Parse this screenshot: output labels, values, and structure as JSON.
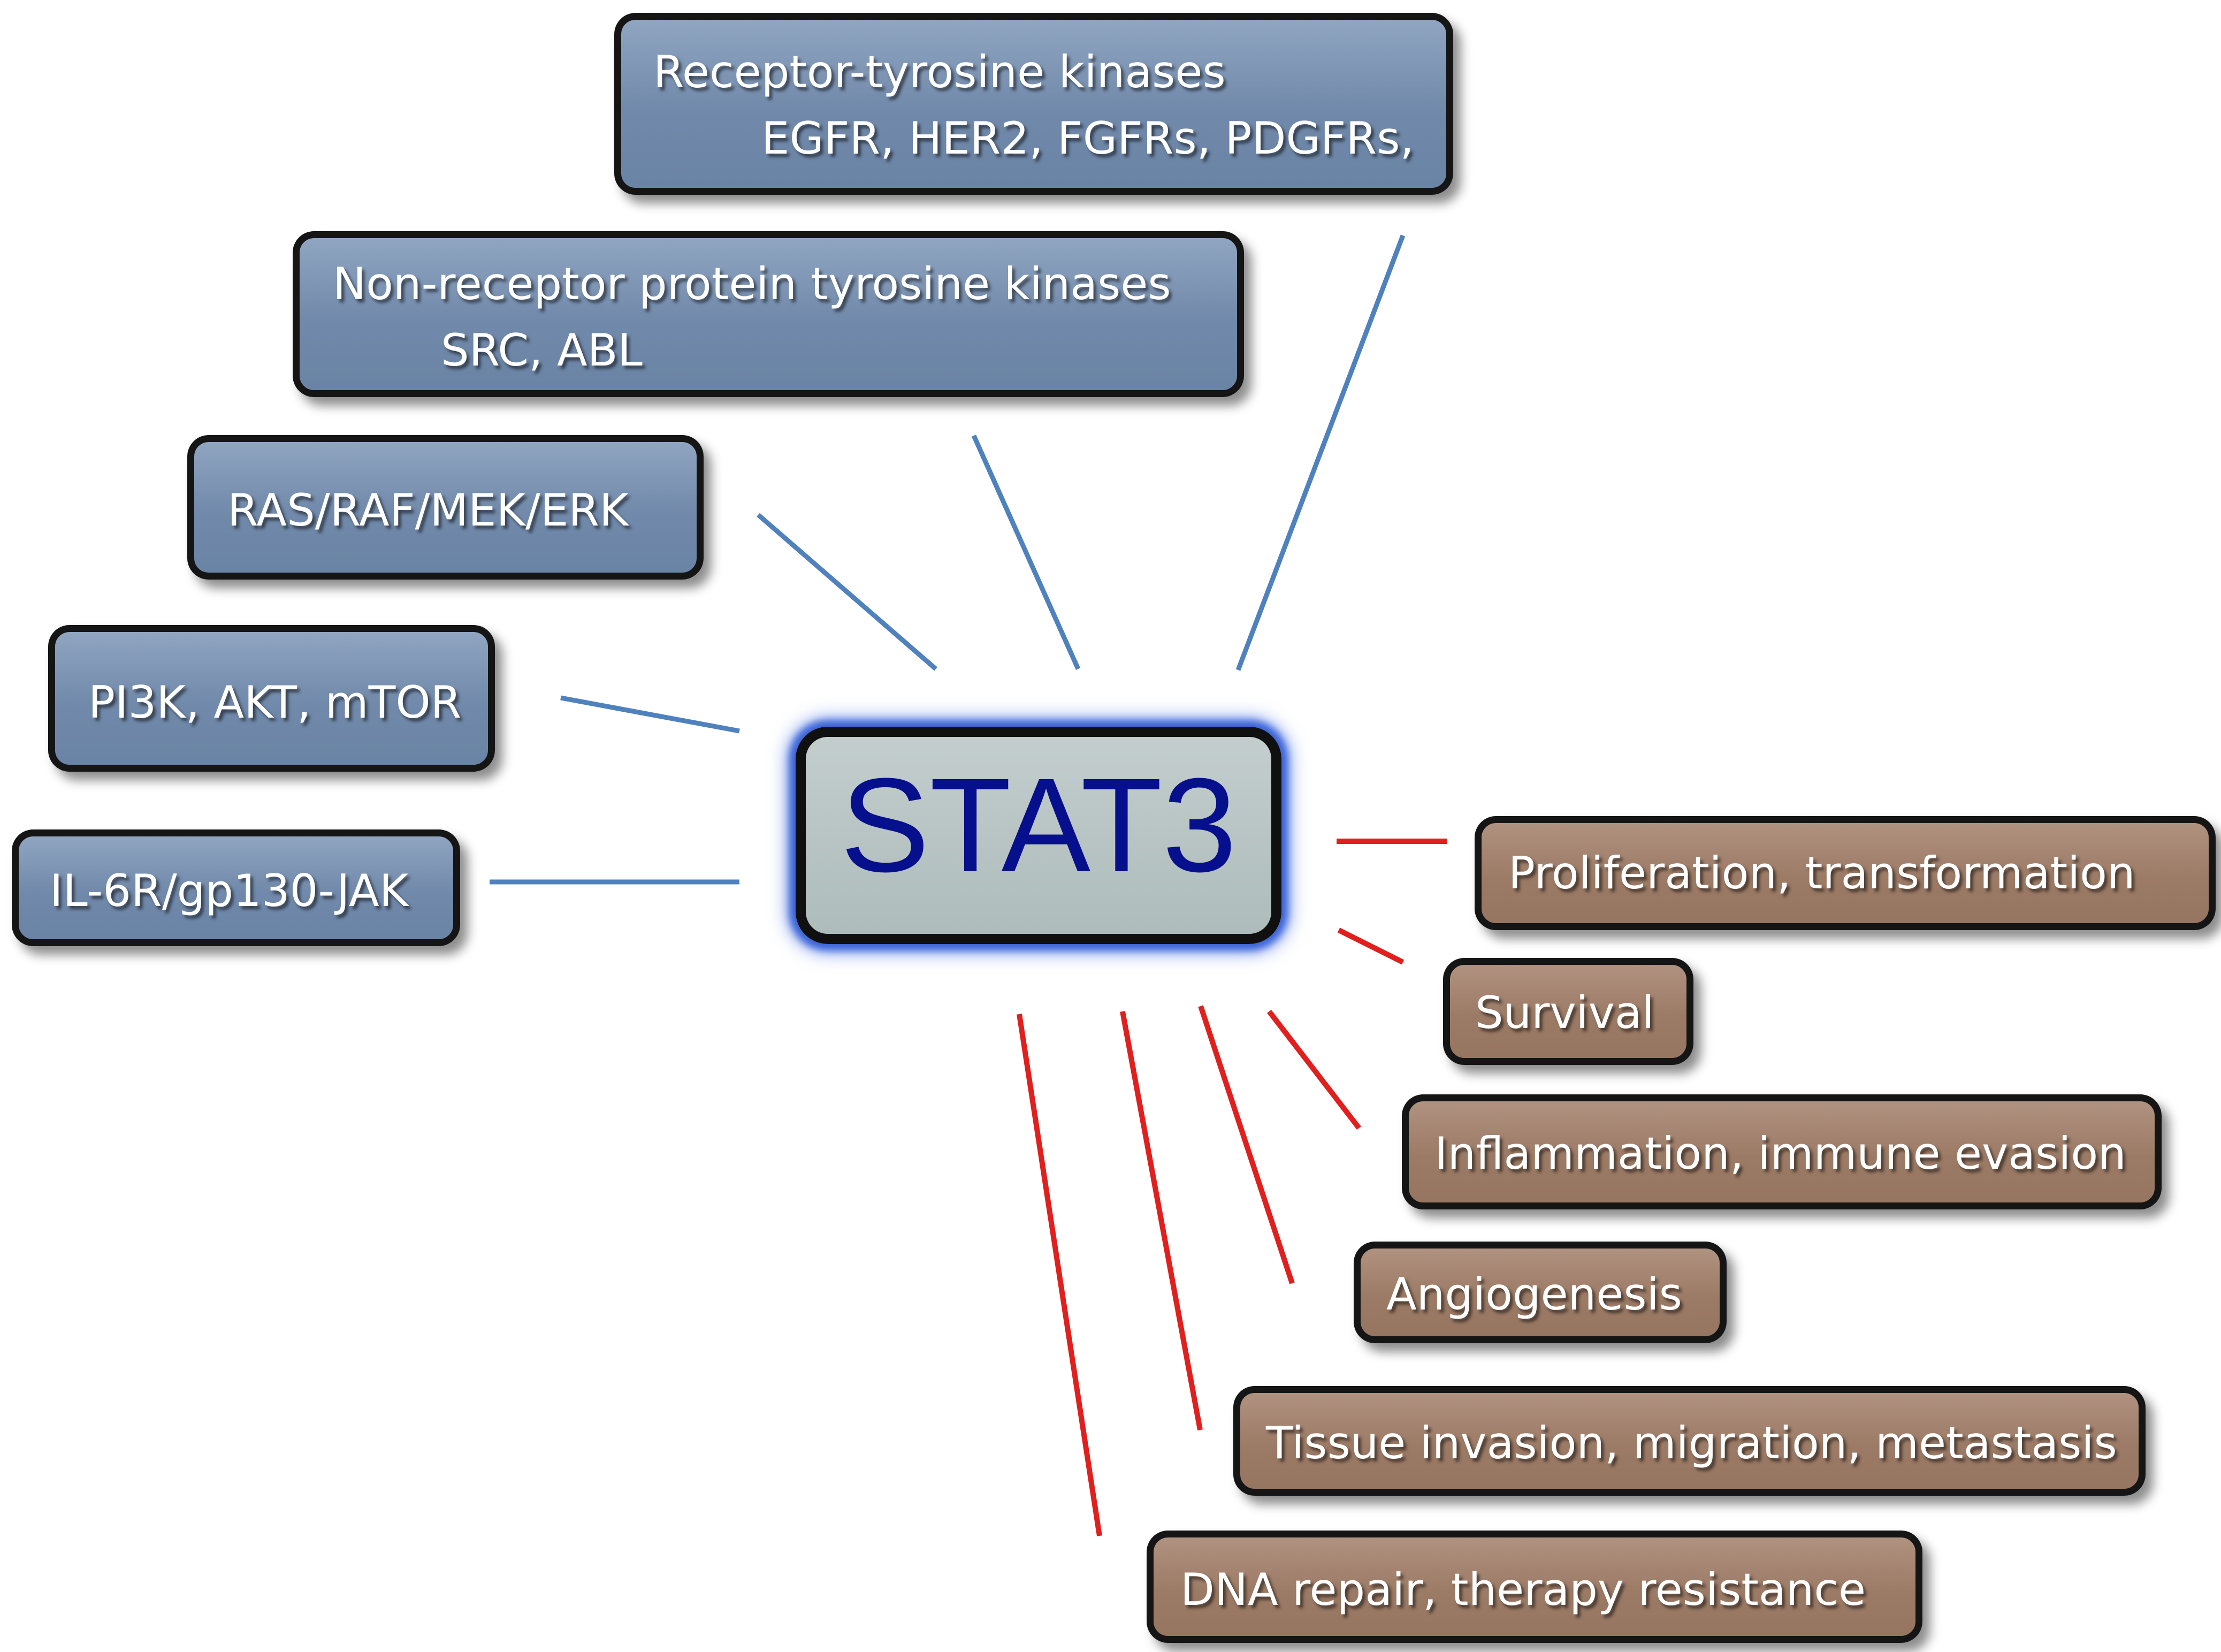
{
  "center": {
    "label": "STAT3"
  },
  "inputs": [
    {
      "line1": "Receptor-tyrosine kinases",
      "line2": "EGFR, HER2, FGFRs, PDGFRs,"
    },
    {
      "line1": "Non-receptor protein tyrosine kinases",
      "line2": "SRC, ABL"
    },
    {
      "line1": "RAS/RAF/MEK/ERK"
    },
    {
      "line1": "PI3K, AKT, mTOR"
    },
    {
      "line1": "IL-6R/gp130-JAK"
    }
  ],
  "outputs": [
    {
      "label": "Proliferation, transformation"
    },
    {
      "label": "Survival"
    },
    {
      "label": "Inflammation, immune evasion"
    },
    {
      "label": "Angiogenesis"
    },
    {
      "label": "Tissue invasion, migration, metastasis"
    },
    {
      "label": "DNA repair, therapy resistance"
    }
  ],
  "colors": {
    "input_box": "#7189aa",
    "output_box": "#9c7b66",
    "input_connector": "#4f81bd",
    "output_connector": "#e0201e",
    "center_text": "#07108c",
    "center_glow": "#3a63d8"
  }
}
